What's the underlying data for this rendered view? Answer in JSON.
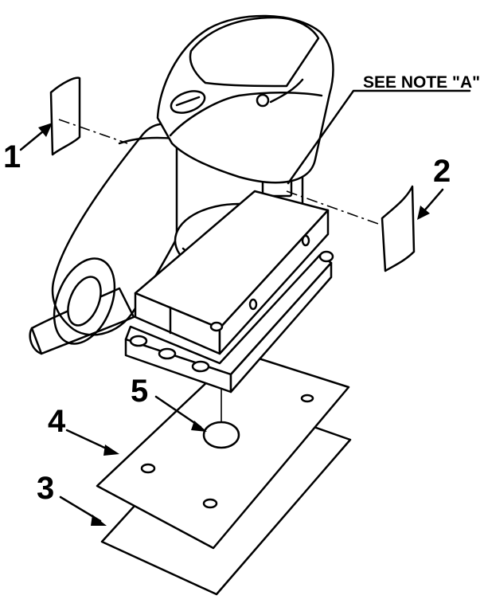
{
  "callouts": {
    "c1": "1",
    "c2": "2",
    "c3": "3",
    "c4": "4",
    "c5": "5",
    "note": "SEE NOTE \"A\""
  },
  "colors": {
    "line": "#000000",
    "background": "#ffffff"
  }
}
